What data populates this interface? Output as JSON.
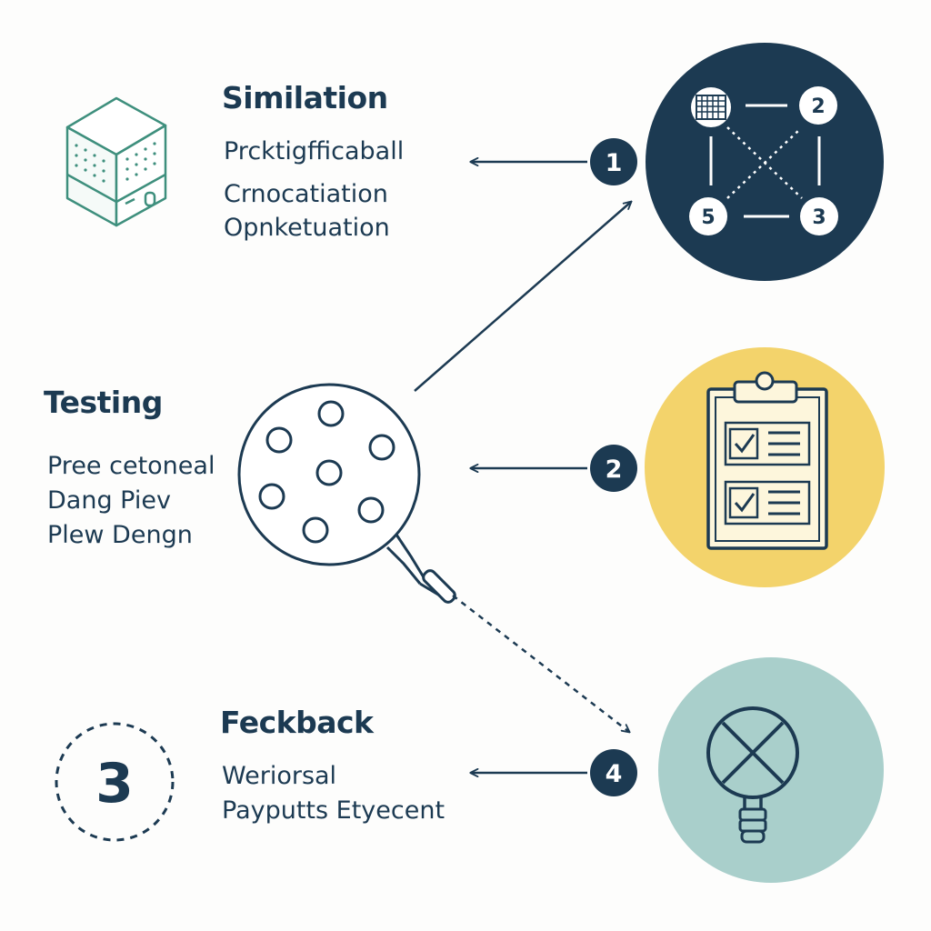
{
  "sections": {
    "simulation": {
      "title": "Similation",
      "lines": [
        "Prcktigfficaball",
        "Crnocatiation",
        "Opnketuation"
      ]
    },
    "testing": {
      "title": "Testing",
      "lines": [
        "Pree cetoneal",
        "Dang Piev",
        "Plew  Dengn"
      ]
    },
    "feedback": {
      "title": "Feckback",
      "lines": [
        "Weriorsal",
        "Payputts Etyecent"
      ]
    }
  },
  "badges": {
    "top": "1",
    "middle": "2",
    "bottom": "4"
  },
  "network_nodes": {
    "top_right": "2",
    "bottom_left": "5",
    "bottom_right": "3"
  },
  "step_marker": "3",
  "icons": {
    "simulation": "server-cube-icon",
    "testing": "paddle-icon",
    "network": "network-graph-icon",
    "checklist": "clipboard-checklist-icon",
    "feedback": "lightbulb-icon",
    "step": "dashed-circle-icon"
  },
  "colors": {
    "navy": "#1c3a52",
    "teal": "#3e8f7d",
    "yellow": "#f3d36b",
    "mint": "#a9cfcb",
    "background": "#fdfdfc"
  }
}
